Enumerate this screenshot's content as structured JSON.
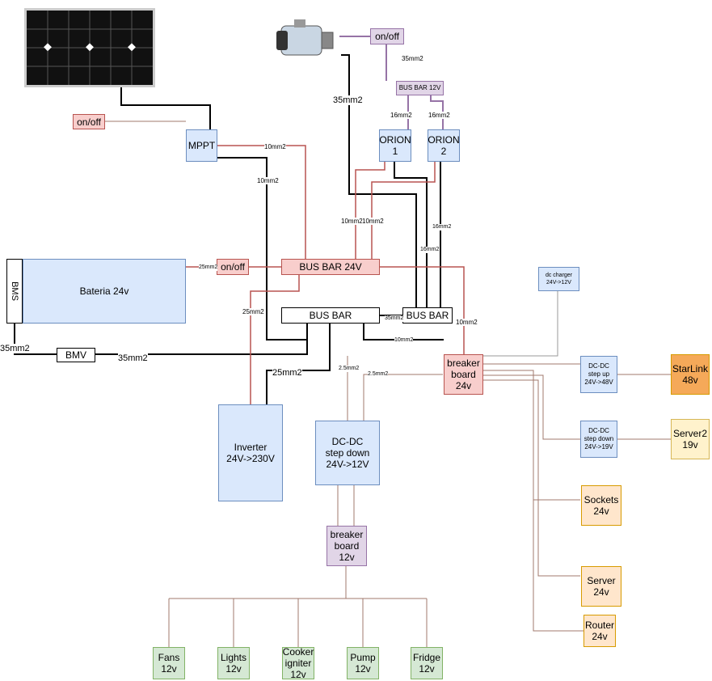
{
  "boxes": {
    "onoff_solar": "on/off",
    "mppt": "MPPT",
    "onoff_alt": "on/off",
    "busbar12": "BUS BAR 12V",
    "orion1": "ORION\n1",
    "orion2": "ORION\n2",
    "bateria": "Bateria 24v",
    "bms": "BMS",
    "onoff_bat": "on/off",
    "busbar24": "BUS BAR 24V",
    "busbar_main": "BUS BAR",
    "busbar_small": "BUS BAR",
    "dc_charger": "dc charger\n24V->12V",
    "breaker24": "breaker\nboard\n24v",
    "stepup": "DC-DC\nstep up\n24V->48V",
    "starlink": "StarLink\n48v",
    "stepdown19": "DC-DC\nstep down\n24V->19V",
    "server2": "Server2\n19v",
    "sockets": "Sockets\n24v",
    "server": "Server\n24v",
    "router": "Router\n24v",
    "bmv": "BMV",
    "inverter": "Inverter\n24V->230V",
    "stepdown12": "DC-DC\nstep down\n24V->12V",
    "breaker12": "breaker\nboard\n12v",
    "fans": "Fans\n12v",
    "lights": "Lights\n12v",
    "cooker": "Cooker\nigniter\n12v",
    "pump": "Pump\n12v",
    "fridge": "Fridge\n12v"
  },
  "labels": {
    "alt_35": "35mm2",
    "alt_35b": "35mm2",
    "orion1_16": "16mm2",
    "orion2_16": "16mm2",
    "mppt_10a": "10mm2",
    "mppt_10b": "10mm2",
    "orion_10a": "10mm2",
    "orion_10b": "10mm2",
    "orion_16a": "16mm2",
    "orion_16b": "16mm2",
    "bat_25": "25mm2",
    "inv_25": "25mm2",
    "inv_25b": "25mm2",
    "bus_35": "35mm2",
    "bus_10": "10mm2",
    "br_10": "10mm2",
    "sd_25a": "2.5mm2",
    "sd_25b": "2.5mm2",
    "bms_35": "35mm2",
    "bmv_35": "35mm2"
  },
  "colors": {
    "wire_black": "#000000",
    "wire_red": "#b85450",
    "wire_purple": "#9673a6",
    "wire_brown": "#a0786c",
    "wire_gray": "#999999"
  },
  "icons": {
    "solar_panel": "solar-panel-icon",
    "alternator": "alternator-icon"
  }
}
